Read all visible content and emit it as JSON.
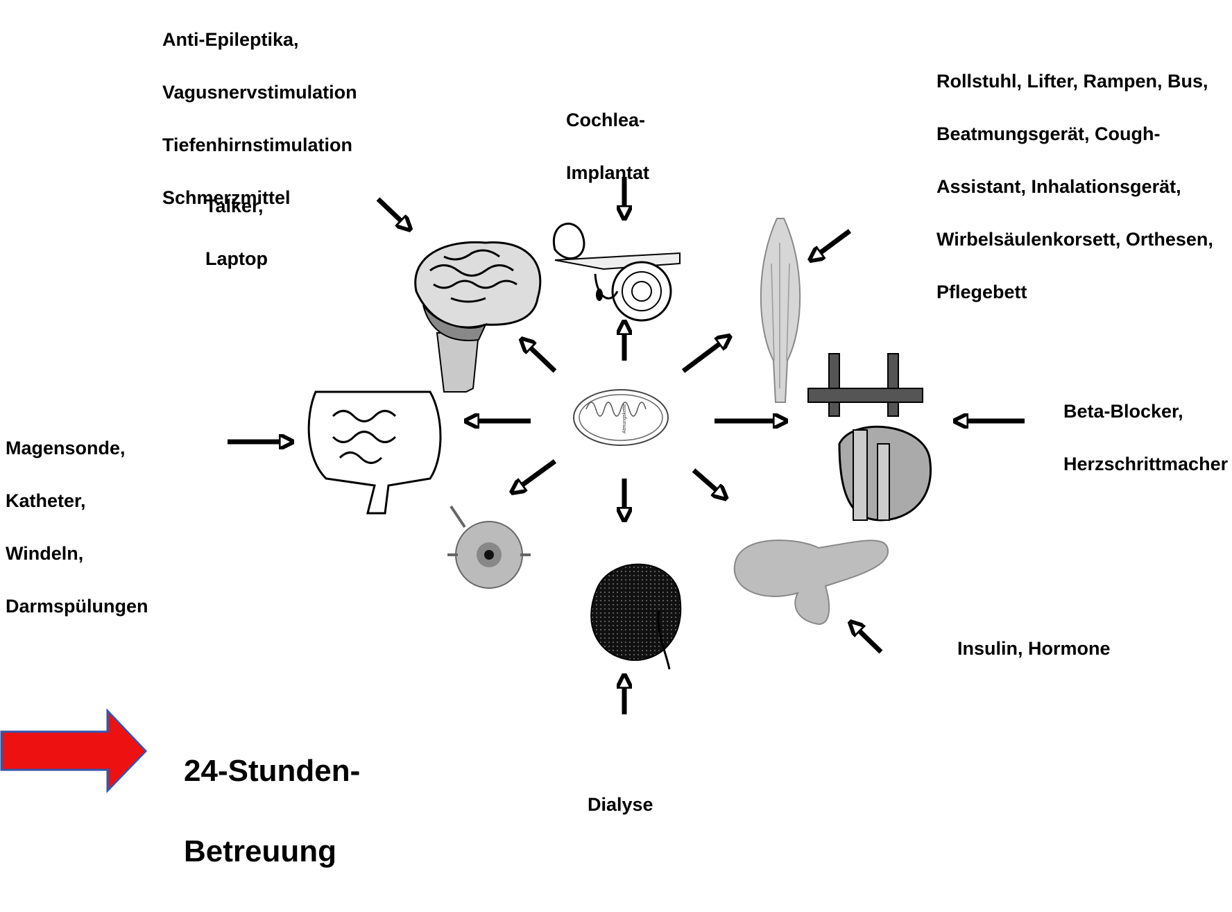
{
  "labels": {
    "brain_therapy": [
      "Anti-Epileptika,",
      "Vagusnervstimulation",
      "Tiefenhirnstimulation",
      "Schmerzmittel"
    ],
    "brain_communication": [
      "Talker,",
      "Laptop"
    ],
    "ear": [
      "Cochlea-",
      "Implantat"
    ],
    "muscle": [
      "Rollstuhl, Lifter, Rampen, Bus,",
      "Beatmungsgerät, Cough-",
      "Assistant, Inhalationsgerät,",
      "Wirbelsäulenkorsett, Orthesen,",
      "Pflegebett"
    ],
    "heart": [
      "Beta-Blocker,",
      "Herzschrittmacher"
    ],
    "intestine": [
      "Magensonde,",
      "Katheter,",
      "Windeln,",
      "Darmspülungen"
    ],
    "pancreas": [
      "Insulin,  Hormone"
    ],
    "kidney": [
      "Dialyse"
    ],
    "care": [
      "24-Stunden-",
      "Betreuung"
    ]
  },
  "mitochondrion_label": "Atmungskette",
  "colors": {
    "big_arrow_fill": "#ee1111",
    "big_arrow_stroke": "#3355aa",
    "organ_grey": "#b8b8b8",
    "organ_dark": "#555555"
  },
  "icons": [
    "brain-icon",
    "ear-icon",
    "muscle-icon",
    "heart-icon",
    "intestine-icon",
    "mitochondrion-icon",
    "eye-icon",
    "kidney-icon",
    "pancreas-icon"
  ]
}
